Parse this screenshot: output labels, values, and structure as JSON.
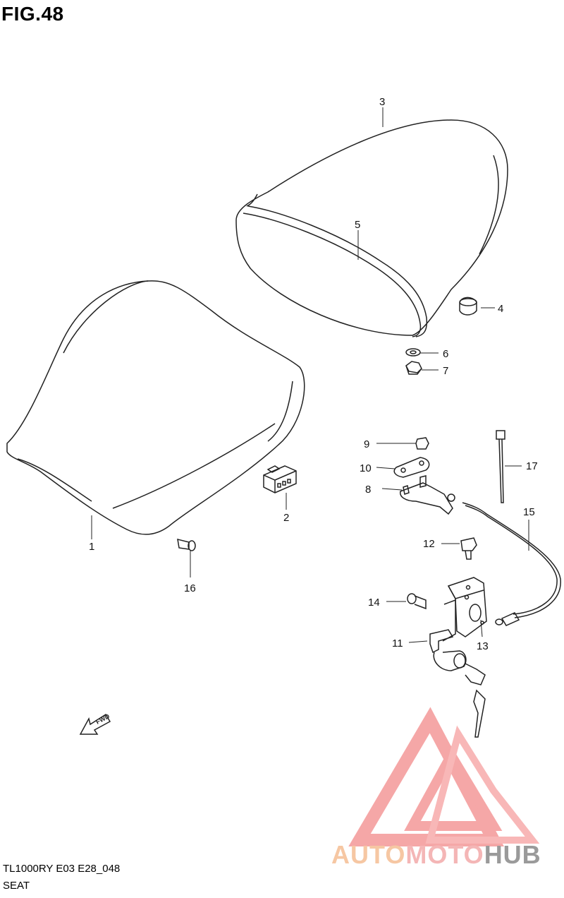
{
  "header": {
    "figure_label": "FIG.48"
  },
  "footer": {
    "model_code": "TL1000RY E03 E28_048",
    "section_name": "SEAT"
  },
  "fwd_arrow_label": "FWD",
  "callouts": [
    {
      "id": "1",
      "name": "callout-1"
    },
    {
      "id": "2",
      "name": "callout-2"
    },
    {
      "id": "3",
      "name": "callout-3"
    },
    {
      "id": "4",
      "name": "callout-4"
    },
    {
      "id": "5",
      "name": "callout-5"
    },
    {
      "id": "6",
      "name": "callout-6"
    },
    {
      "id": "7",
      "name": "callout-7"
    },
    {
      "id": "8",
      "name": "callout-8"
    },
    {
      "id": "9",
      "name": "callout-9"
    },
    {
      "id": "10",
      "name": "callout-10"
    },
    {
      "id": "11",
      "name": "callout-11"
    },
    {
      "id": "12",
      "name": "callout-12"
    },
    {
      "id": "13",
      "name": "callout-13"
    },
    {
      "id": "14",
      "name": "callout-14"
    },
    {
      "id": "15",
      "name": "callout-15"
    },
    {
      "id": "16",
      "name": "callout-16"
    },
    {
      "id": "17",
      "name": "callout-17"
    }
  ],
  "watermark": {
    "part1": "AUTO",
    "part2": "MOTO",
    "part3": "HUB",
    "colors": {
      "logo_red": "#f28a8a",
      "auto": "#f6c7a3",
      "moto": "#f4b6b6",
      "hub": "#9a9a9a"
    }
  }
}
